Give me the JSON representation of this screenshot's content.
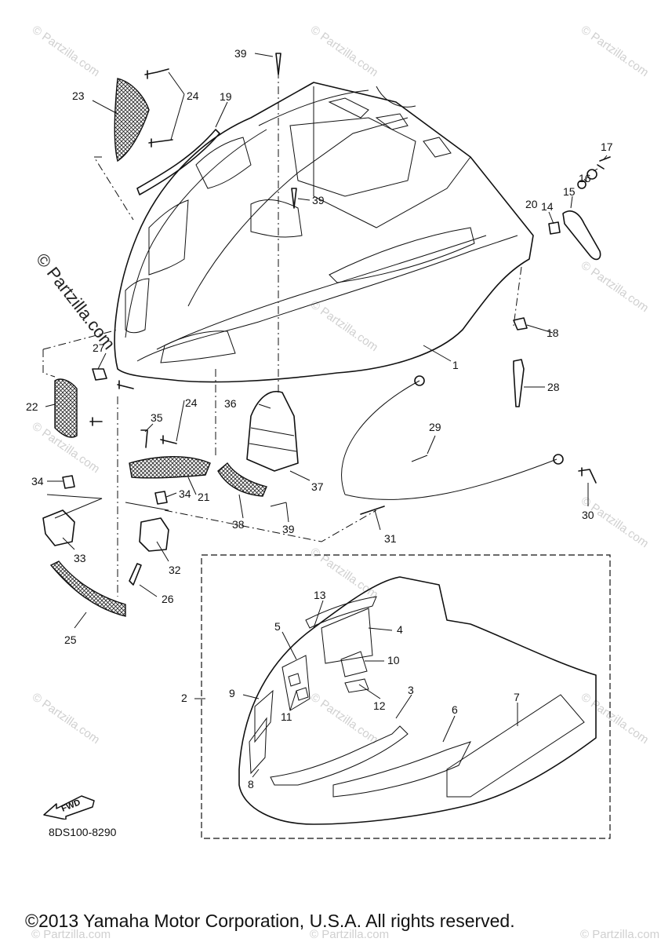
{
  "diagram": {
    "labels": [
      "1",
      "2",
      "3",
      "4",
      "5",
      "6",
      "7",
      "8",
      "9",
      "10",
      "11",
      "12",
      "13",
      "14",
      "15",
      "16",
      "17",
      "18",
      "19",
      "20",
      "21",
      "22",
      "23",
      "24",
      "24",
      "25",
      "26",
      "27",
      "28",
      "29",
      "30",
      "31",
      "32",
      "33",
      "34",
      "34",
      "35",
      "36",
      "37",
      "38",
      "39",
      "39",
      "39"
    ],
    "fwd_label": "FWD",
    "diagram_code": "8DS100-8290",
    "watermark_left": "© Partzilla.com",
    "watermark_tile": "© Partzilla.com"
  },
  "footer": {
    "copyright": "©2013 Yamaha Motor Corporation, U.S.A. All rights reserved."
  }
}
